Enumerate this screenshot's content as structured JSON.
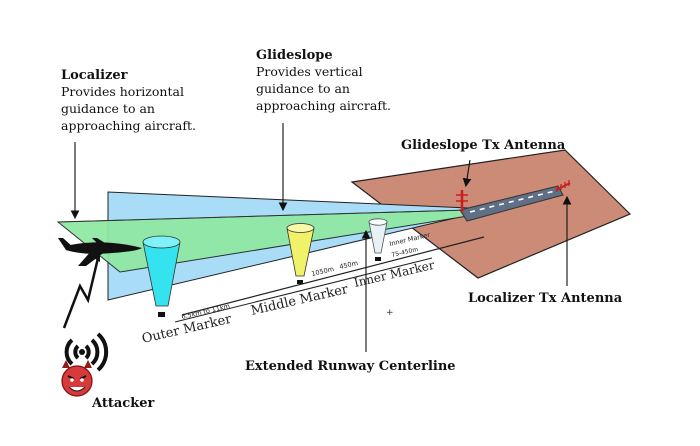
{
  "colors": {
    "localizer_beam": "#a9dcf7",
    "glideslope_beam": "#8ee9a1",
    "runway_ground": "#cc8b76",
    "outer_marker": "#35e3ee",
    "middle_marker": "#f1f26a",
    "inner_marker": "#e8f1f3",
    "attacker": "#d63a3a"
  },
  "labels": {
    "localizer": {
      "title": "Localizer",
      "line1": "Provides horizontal",
      "line2": "guidance to an",
      "line3": "approaching aircraft."
    },
    "glideslope": {
      "title": "Glideslope",
      "line1": "Provides vertical",
      "line2": "guidance to an",
      "line3": "approaching aircraft."
    },
    "glideslope_tx": "Glideslope Tx Antenna",
    "localizer_tx": "Localizer Tx Antenna",
    "outer_marker": "Outer Marker",
    "middle_marker": "Middle Marker",
    "inner_marker": "Inner Marker",
    "extended_centerline": "Extended Runway Centerline",
    "attacker": "Attacker"
  },
  "distances": {
    "outer": "6.5km to 11km",
    "middle": "1050m",
    "inner": "450m",
    "inner_marker_small": "Inner Marker",
    "inner_range": "75-450m"
  },
  "icons": {
    "aircraft": "airplane-icon",
    "attacker": "devil-face-icon",
    "signal": "radio-waves-icon",
    "lightning": "lightning-bolt-icon"
  }
}
